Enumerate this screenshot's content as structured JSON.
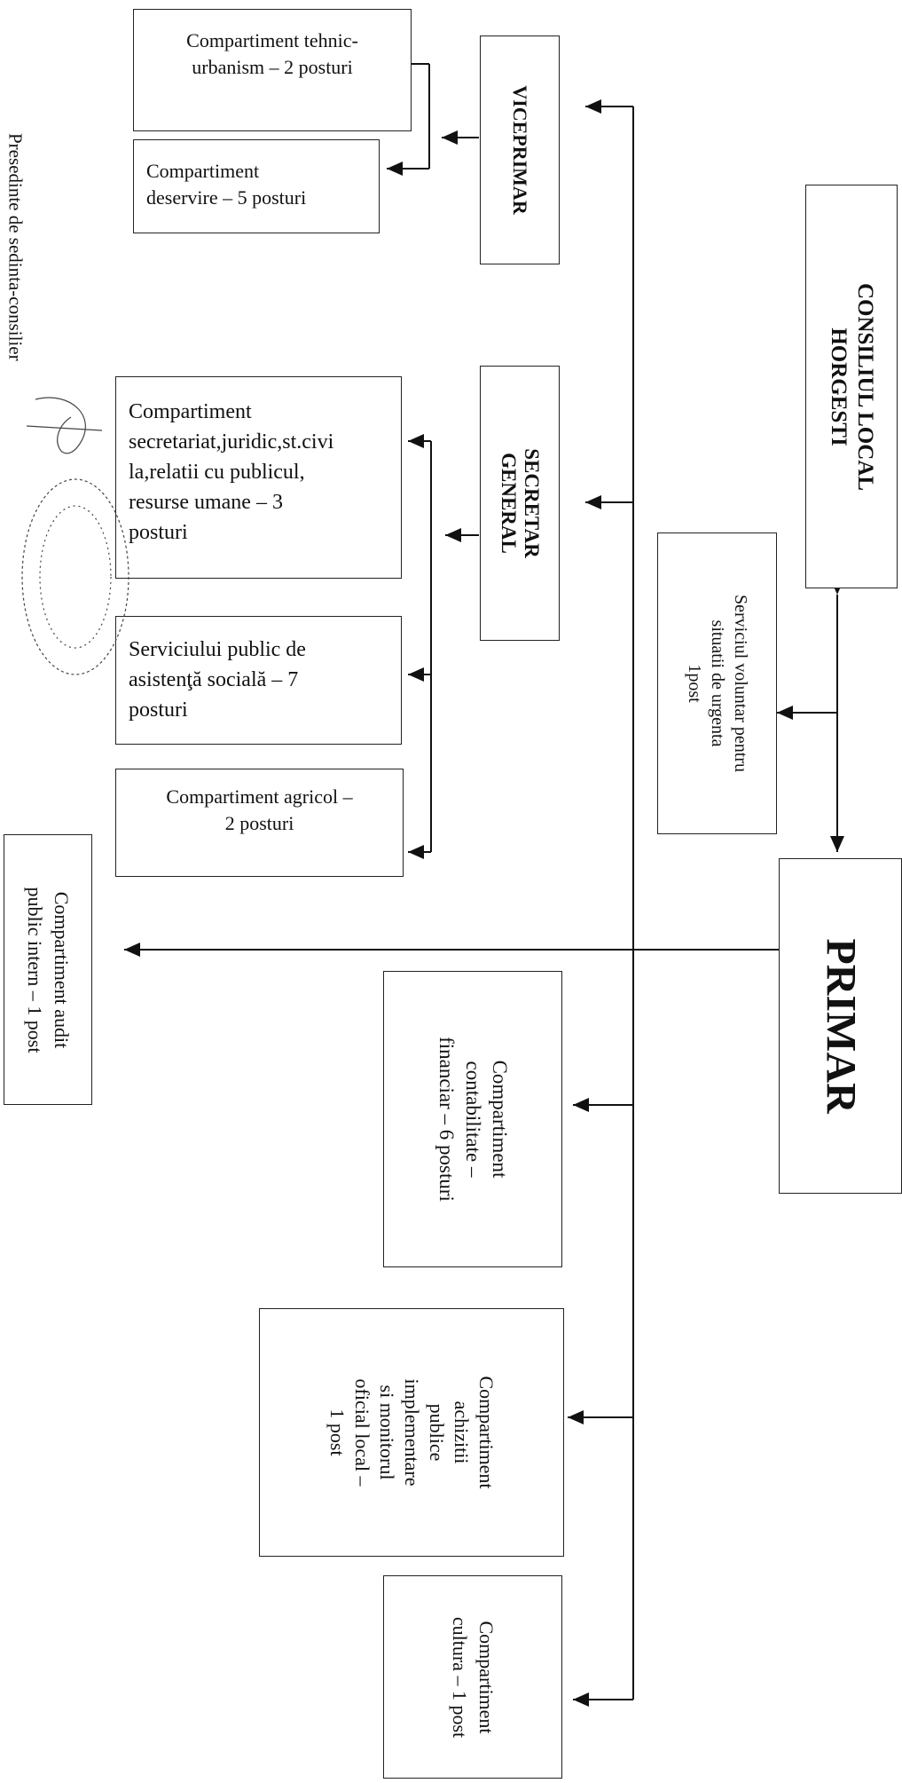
{
  "consiliu": {
    "text": "CONSILIUL LOCAL\nHORGESTI"
  },
  "primar": {
    "text": "PRIMAR"
  },
  "voluntar": {
    "text": "Serviciul  voluntar pentru\nsituatii de urgenta\n1post"
  },
  "viceprimar": {
    "text": "VICEPRIMAR"
  },
  "secretar": {
    "text": "SECRETAR\nGENERAL"
  },
  "tehnic": {
    "text": "Compartiment tehnic-\nurbanism – 2 posturi"
  },
  "deservire": {
    "text": "Compartiment\ndeservire – 5 posturi"
  },
  "secretariat": {
    "text": "Compartiment\nsecretariat,juridic,st.civi\nla,relatii cu publicul,\nresurse umane – 3\nposturi"
  },
  "asistenta": {
    "text": "Serviciului public de\nasistenţă socială – 7\nposturi"
  },
  "agricol": {
    "text": "Compartiment agricol –\n2 posturi"
  },
  "audit": {
    "text": "Compartiment audit\npublic intern – 1 post"
  },
  "contabilitate": {
    "text": "Compartiment\ncontabilitate –\nfinanciar – 6 posturi"
  },
  "achizitii": {
    "text": "Compartiment\nachizitii\npublice\nimplementare\nsi monitorul\noficial local –\n1 post"
  },
  "cultura": {
    "text": "Compartiment\ncultura – 1 post"
  },
  "signature": {
    "text": "Presedinte de sedinta-consilier"
  }
}
